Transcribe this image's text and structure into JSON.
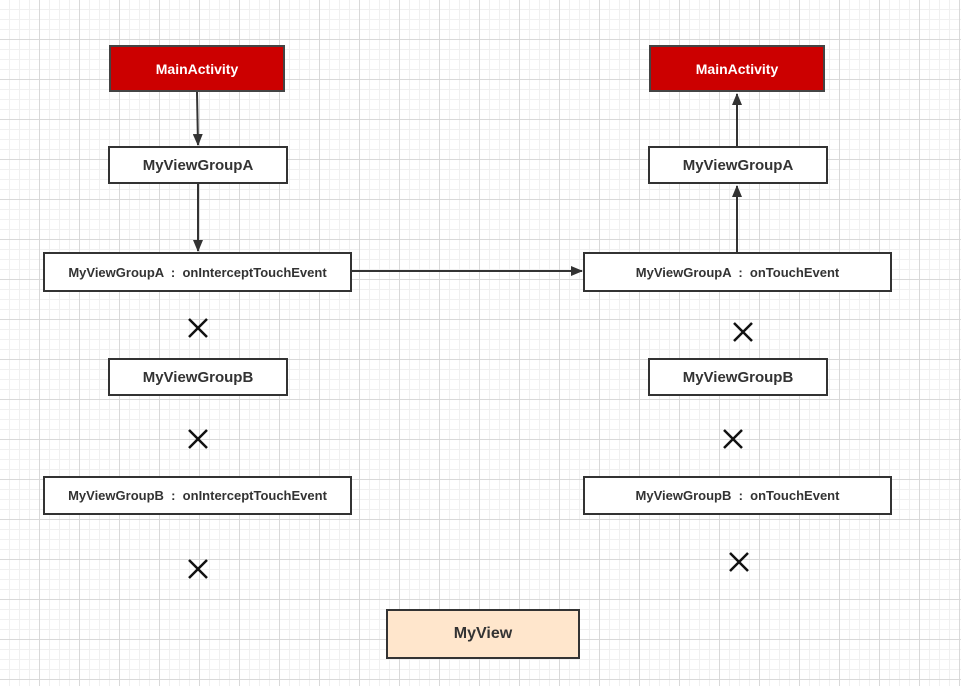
{
  "colors": {
    "activity_fill": "#cc0000",
    "view_fill": "#ffe6cc",
    "stroke": "#333333"
  },
  "left_column": {
    "main_activity": "MainActivity",
    "view_group_a": "MyViewGroupA",
    "view_group_a_intercept": "MyViewGroupA  :  onInterceptTouchEvent",
    "view_group_b": "MyViewGroupB",
    "view_group_b_intercept": "MyViewGroupB  :  onInterceptTouchEvent"
  },
  "right_column": {
    "main_activity": "MainActivity",
    "view_group_a": "MyViewGroupA",
    "view_group_a_touch": "MyViewGroupA  :  onTouchEvent",
    "view_group_b": "MyViewGroupB",
    "view_group_b_touch": "MyViewGroupB  :  onTouchEvent"
  },
  "bottom": {
    "my_view": "MyView"
  },
  "icons": {
    "blocked": "x-cross-icon",
    "flow": "arrow-icon"
  }
}
